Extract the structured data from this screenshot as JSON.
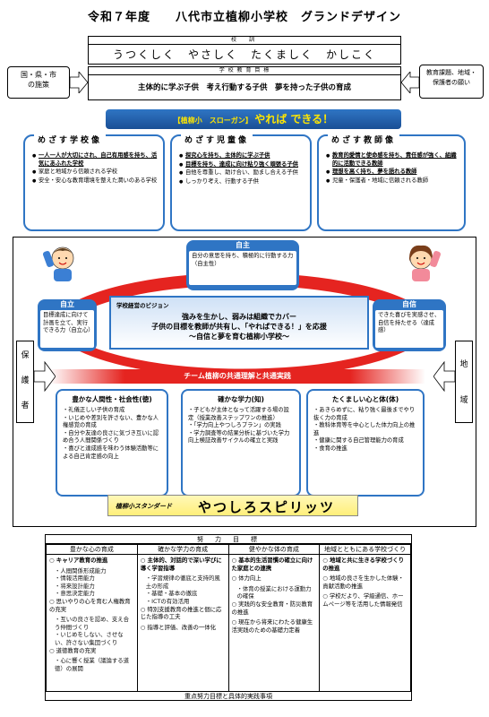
{
  "title": "令和７年度　　八代市立植柳小学校　グランドデザイン",
  "motto": {
    "label": "校　訓",
    "text": "うつくしく　やさしく　たくましく　かしこく"
  },
  "school_goal": {
    "label": "学 校 教 育 目 標",
    "text": "主体的に学ぶ子供　考え行動する子供　夢を持った子供の育成"
  },
  "left_side": "国・県・市\nの施策",
  "right_side": "教育課題、地域・\n保護者の願い",
  "slogan": {
    "prefix": "【植柳小　スローガン】",
    "main": "やれば できる！"
  },
  "ideals": [
    {
      "title": "めざす学校像",
      "items": [
        {
          "text": "一人一人が大切にされ、自己有用感を持ち、活気にあふれた学校",
          "bold": true
        },
        {
          "text": "家庭と地域から信頼される学校",
          "bold": false
        },
        {
          "text": "安全・安心な教育環境を整えた潤いのある学校",
          "bold": false
        }
      ]
    },
    {
      "title": "めざす児童像",
      "items": [
        {
          "text": "探究心を持ち、主体的に学ぶ子供",
          "bold": true
        },
        {
          "text": "目標を持ち、達成に向け粘り強く頑張る子供",
          "bold": true
        },
        {
          "text": "自他を尊重し、助け合い、励まし合える子供",
          "bold": false
        },
        {
          "text": "しっかり考え、行動する子供",
          "bold": false
        }
      ]
    },
    {
      "title": "めざす教師像",
      "items": [
        {
          "text": "教育的愛情と使命感を持ち、責任感が強く、組織的に活動できる教師",
          "bold": true
        },
        {
          "text": "理想を高く持ち、夢を語れる教師",
          "bold": true
        },
        {
          "text": "児童・保護者・地域に信頼される教師",
          "bold": false
        }
      ]
    }
  ],
  "jishu": {
    "title": "自主",
    "body": "自分の意思を持ち、積極的に行動する力（自主性）"
  },
  "jiritsu": {
    "title": "自立",
    "body": "目標達成に向けて計画を立て、実行できる力（自立心）"
  },
  "jishin": {
    "title": "自信",
    "body": "できた喜びを実感させ、自信を持たせる（達成感）"
  },
  "vision": {
    "label": "学校経営のビジョン",
    "lines": [
      "強みを生かし、弱みは組織でカバー",
      "子供の目標を教師が共有し、「やればできる！」を応援",
      "～自信と夢を育む植柳小学校～"
    ]
  },
  "team": "チーム植柳の共通理解と共通実践",
  "guardian": "保護者",
  "community": "地域",
  "areas": [
    {
      "title": "豊かな人間性・社会性(徳)",
      "items": [
        "・礼儀正しい子供の育成",
        "・いじめや差別を許さない、豊かな人権感覚の育成",
        "・自分や友達の良さに気づき互いに認め合う人間関係づくり",
        "・喜びと達成感を味わう体験活動等による自己肯定感の向上"
      ]
    },
    {
      "title": "確かな学力(知)",
      "items": [
        "・子どもが主体となって活躍する場の設定（授業改善ステップワンの推進）",
        "・「学力向上やつしろプラン」の実践",
        "・学力調査等の結果分析に基づいた学力向上検証改善サイクルの確立と実践"
      ]
    },
    {
      "title": "たくましい心と体(体)",
      "items": [
        "・あきらめずに、粘り強く最後までやり抜く力の育成",
        "・教科体育等を中心とした体力向上の推進",
        "・健康に関する自己管理能力の育成",
        "・食育の推進"
      ]
    }
  ],
  "standard": {
    "label": "植柳小スタンダード",
    "value": "やつしろスピリッツ"
  },
  "plan": {
    "header": "努　力　目　標",
    "columns": [
      "豊かな心の育成",
      "確かな学力の育成",
      "健やかな体の育成",
      "地域とともにある学校づくり"
    ],
    "cells": [
      [
        {
          "t": "○ キャリア教育の推進",
          "b": true
        },
        {
          "t": "・人間関係形成能力",
          "s": true
        },
        {
          "t": "・情報活用能力",
          "s": true
        },
        {
          "t": "・将来設計能力",
          "s": true
        },
        {
          "t": "・意思決定能力",
          "s": true
        },
        {
          "t": "○ 思いやりの心を育む人権教育の充実"
        },
        {
          "t": "・互いの良さを認め、支え合う仲間づくり",
          "s": true
        },
        {
          "t": "・いじめをしない、させない、許さない集団づくり",
          "s": true
        },
        {
          "t": "○ 道徳教育の充実"
        },
        {
          "t": "・心に響く授業（議論する道徳）の展開",
          "s": true
        }
      ],
      [
        {
          "t": "○ 主体的、対話的で深い学びに導く学習指導",
          "b": true
        },
        {
          "t": "・学習規律の徹底と支持的風土の形成",
          "s": true
        },
        {
          "t": "・基礎・基本の徹底",
          "s": true
        },
        {
          "t": "・ICTの有効活用",
          "s": true
        },
        {
          "t": "○ 特別支援教育の推進と個に応じた指導の工夫"
        },
        {
          "t": "○ 指導と評価、改善の一体化"
        }
      ],
      [
        {
          "t": "○ 基本的生活習慣の確立に向けた家庭との連携",
          "b": true
        },
        {
          "t": "○ 体力向上"
        },
        {
          "t": "・体育の授業における運動力の確保",
          "s": true
        },
        {
          "t": "○ 実践的な安全教育・防災教育の推進"
        },
        {
          "t": "○ 現在から将来にわたる健康生活実践のための基礎力定着"
        }
      ],
      [
        {
          "t": "○ 地域と共に生きる学校づくりの推進",
          "b": true
        },
        {
          "t": "○ 地域の良さを生かした体験・貢献活動の推進"
        },
        {
          "t": "○ 学校だより、学級通信、ホームページ等を活用した情報発信"
        }
      ]
    ],
    "footer": "重点努力目標と具体的実践事項"
  }
}
